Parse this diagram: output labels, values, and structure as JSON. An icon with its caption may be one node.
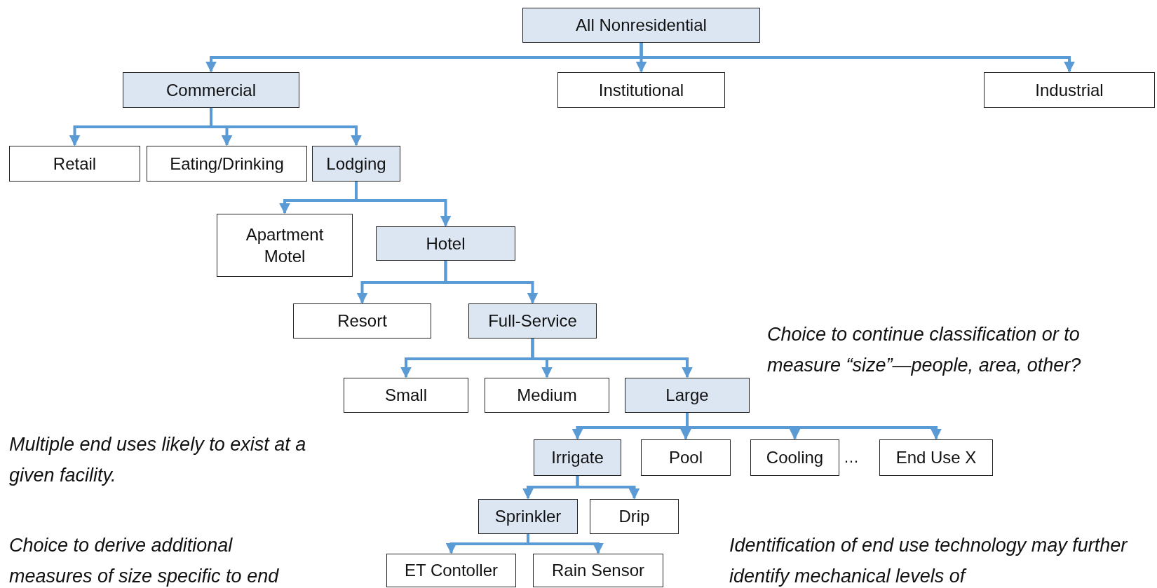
{
  "diagram": {
    "nodes": [
      {
        "text": [
          "All Nonresidential"
        ]
      },
      {
        "text": [
          "Commercial"
        ]
      },
      {
        "text": [
          "Institutional"
        ]
      },
      {
        "text": [
          "Industrial"
        ]
      },
      {
        "text": [
          "Retail"
        ]
      },
      {
        "text": [
          "Eating/Drinking"
        ]
      },
      {
        "text": [
          "Lodging"
        ]
      },
      {
        "text": [
          "Apartment Motel"
        ]
      },
      {
        "text": [
          "Hotel"
        ]
      },
      {
        "text": [
          "Resort"
        ]
      },
      {
        "text": [
          "Full-Service"
        ]
      },
      {
        "text": [
          "Small"
        ]
      },
      {
        "text": [
          "Medium"
        ]
      },
      {
        "text": [
          "Large"
        ]
      },
      {
        "text": [
          "Irrigate"
        ]
      },
      {
        "text": [
          "Pool"
        ]
      },
      {
        "text": [
          "Cooling"
        ]
      },
      {
        "text": [
          "End Use X"
        ]
      },
      {
        "text": [
          "Sprinkler"
        ]
      },
      {
        "text": [
          "Drip"
        ]
      },
      {
        "text": [
          "ET Contoller"
        ]
      },
      {
        "text": [
          "Rain Sensor"
        ]
      }
    ],
    "edges": [
      {
        "from": 0,
        "to": 1,
        "arrow": "to"
      },
      {
        "from": 0,
        "to": 2,
        "arrow": "to"
      },
      {
        "from": 0,
        "to": 3,
        "arrow": "to"
      },
      {
        "from": 1,
        "to": 4,
        "arrow": "to"
      },
      {
        "from": 1,
        "to": 5,
        "arrow": "to"
      },
      {
        "from": 1,
        "to": 6,
        "arrow": "to"
      },
      {
        "from": 6,
        "to": 7,
        "arrow": "to"
      },
      {
        "from": 6,
        "to": 8,
        "arrow": "to"
      },
      {
        "from": 8,
        "to": 9,
        "arrow": "to"
      },
      {
        "from": 8,
        "to": 10,
        "arrow": "to"
      },
      {
        "from": 10,
        "to": 11,
        "arrow": "to"
      },
      {
        "from": 10,
        "to": 12,
        "arrow": "to"
      },
      {
        "from": 10,
        "to": 13,
        "arrow": "to"
      },
      {
        "from": 13,
        "to": 14,
        "arrow": "to"
      },
      {
        "from": 13,
        "to": 15,
        "arrow": "to"
      },
      {
        "from": 13,
        "to": 16,
        "arrow": "to"
      },
      {
        "from": 13,
        "to": 17,
        "arrow": "to"
      },
      {
        "from": 14,
        "to": 18,
        "arrow": "to"
      },
      {
        "from": 14,
        "to": 19,
        "arrow": "to"
      },
      {
        "from": 18,
        "to": 20,
        "arrow": "to"
      },
      {
        "from": 18,
        "to": 21,
        "arrow": "to"
      }
    ],
    "labels": [
      "Choice to continue classification or to measure “size”—people, area, other?",
      "Multiple end uses likely to exist at a given facility.",
      "…",
      "Choice to derive additional measures of size specific to end",
      "Identification of end use technology may further identify mechanical levels of"
    ]
  }
}
